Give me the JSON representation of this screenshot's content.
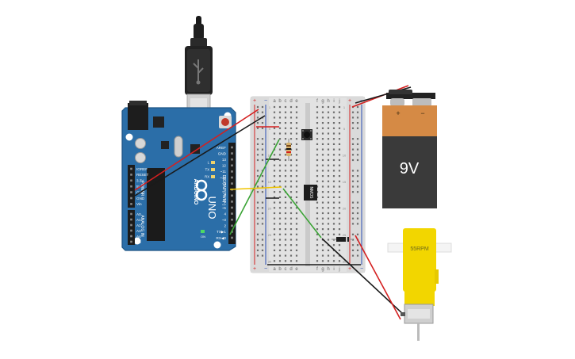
{
  "arduino": {
    "logo": "ARDUINO",
    "model": "UNO",
    "power_header_label": "POWER",
    "analog_header_label": "ANALOG IN",
    "digital_header_label": "DIGITAL (PWM~)",
    "power_pins": [
      "IOREF",
      "RESET",
      "3.3V",
      "5V",
      "GND",
      "GND",
      "Vin"
    ],
    "analog_pins": [
      "A0",
      "A1",
      "A2",
      "A3",
      "A4",
      "A5"
    ],
    "digital_pins": [
      "AREF",
      "GND",
      "13",
      "12",
      "~11",
      "~10",
      "~9",
      "8",
      "7",
      "~6",
      "~5",
      "4",
      "~3",
      "2",
      "TX▶1",
      "RX◀0"
    ],
    "led_labels": [
      "L",
      "TX",
      "RX"
    ],
    "on_label": "ON",
    "colors": {
      "board": "#2b6ea8",
      "header": "#1c1c1c"
    }
  },
  "usb_cable": {
    "connector": "usb-b-plug",
    "color": "#222222"
  },
  "breadboard": {
    "columns_left": [
      "a",
      "b",
      "c",
      "d",
      "e"
    ],
    "columns_right": [
      "f",
      "g",
      "h",
      "i",
      "j"
    ],
    "row_numbers": [
      "1",
      "5",
      "10",
      "15",
      "20",
      "25",
      "30"
    ],
    "rail_plus": "+",
    "rail_minus": "−"
  },
  "components": {
    "push_button": "push-button",
    "resistor": "resistor",
    "ic_label": "NMOS",
    "diode": "diode"
  },
  "battery": {
    "label": "9V",
    "plus": "+",
    "minus": "−",
    "colors": {
      "top": "#d58a45",
      "body": "#3a3a3a"
    }
  },
  "motor": {
    "label": "55RPM",
    "colors": {
      "body": "#f2d600"
    }
  },
  "wire_colors": {
    "red": "#d42020",
    "black": "#1a1a1a",
    "green": "#3aa335",
    "yellow": "#f0c400"
  }
}
